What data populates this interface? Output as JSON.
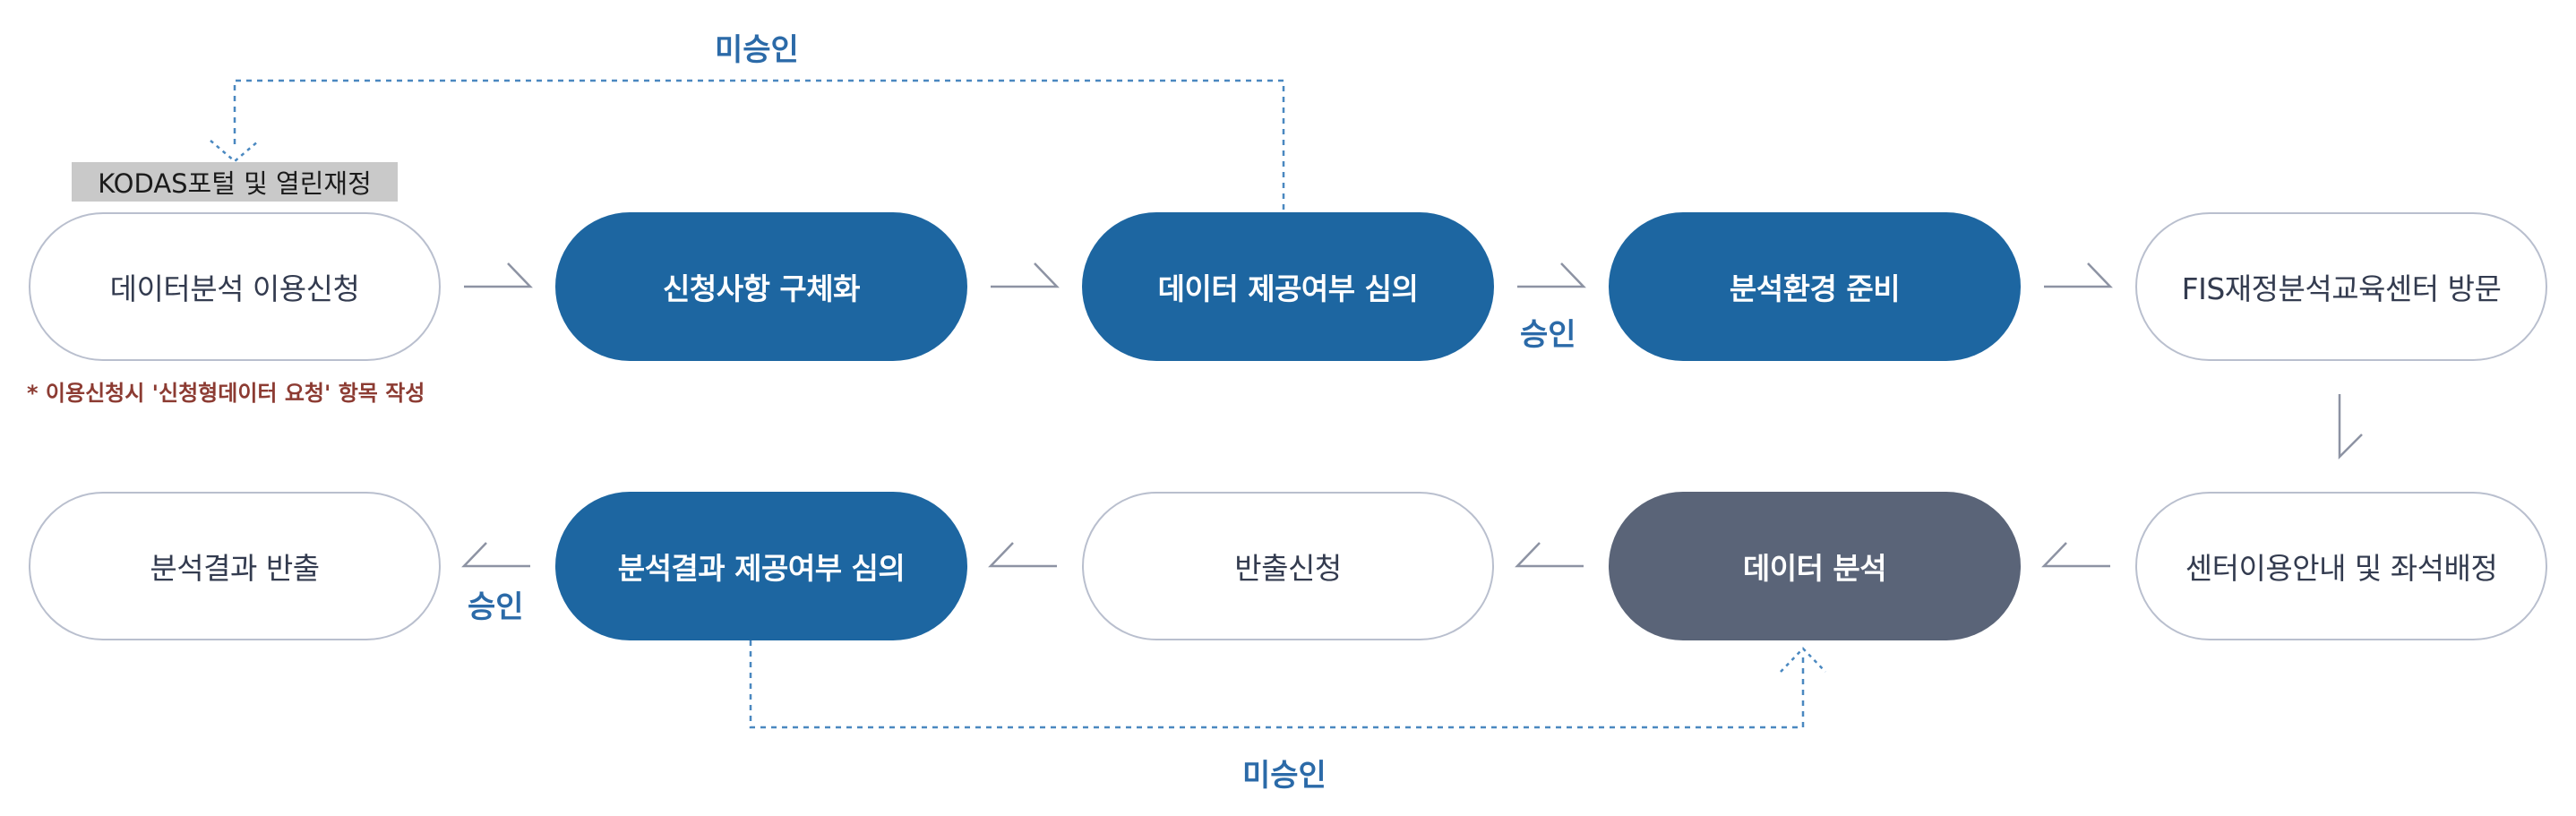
{
  "colors": {
    "primary": "#1d66a1",
    "analysis": "#5a6478",
    "outline": "#b9bfce",
    "label": "#2b6aa8",
    "note": "#8c3b32",
    "tag_bg": "#c9c9c9",
    "connector": "#4a88c0",
    "arrow": "#8d93a3"
  },
  "steps": {
    "apply": "데이터분석 이용신청",
    "specify": "신청사항 구체화",
    "review": "데이터 제공여부 심의",
    "prepare": "분석환경 준비",
    "visit": "FIS재정분석교육센터 방문",
    "guide": "센터이용안내 및 좌석배정",
    "analyze": "데이터 분석",
    "export_request": "반출신청",
    "result_review": "분석결과 제공여부 심의",
    "export": "분석결과 반출"
  },
  "labels": {
    "not_approved": "미승인",
    "approved": "승인"
  },
  "tag": "KODAS포털 및 열린재정",
  "note": "* 이용신청시 '신청형데이터 요청' 항목 작성"
}
